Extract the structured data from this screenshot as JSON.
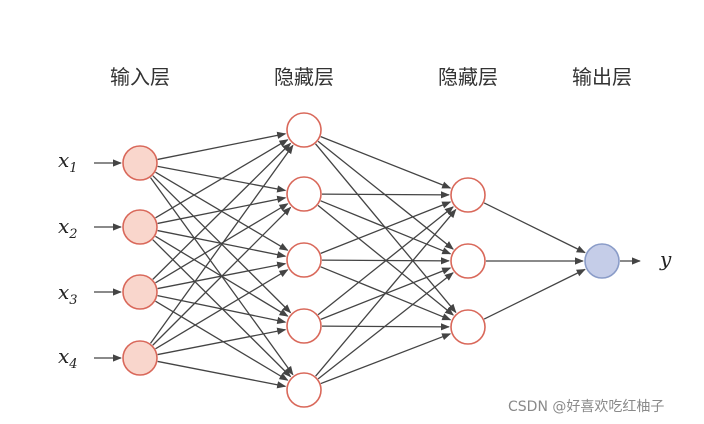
{
  "layers": [
    {
      "label": "输入层",
      "nodes": 4,
      "fill": "#f9d6cc"
    },
    {
      "label": "隐藏层",
      "nodes": 5,
      "fill": "#ffffff"
    },
    {
      "label": "隐藏层",
      "nodes": 3,
      "fill": "#ffffff"
    },
    {
      "label": "输出层",
      "nodes": 1,
      "fill": "#c5cde8"
    }
  ],
  "inputs": [
    {
      "var": "x",
      "sub": "1"
    },
    {
      "var": "x",
      "sub": "2"
    },
    {
      "var": "x",
      "sub": "3"
    },
    {
      "var": "x",
      "sub": "4"
    }
  ],
  "output": {
    "var": "y"
  },
  "colors": {
    "node_stroke": "#d9685a",
    "output_stroke": "#8a9cc8",
    "edge": "#444444"
  },
  "watermark": "CSDN @好喜欢吃红柚子"
}
